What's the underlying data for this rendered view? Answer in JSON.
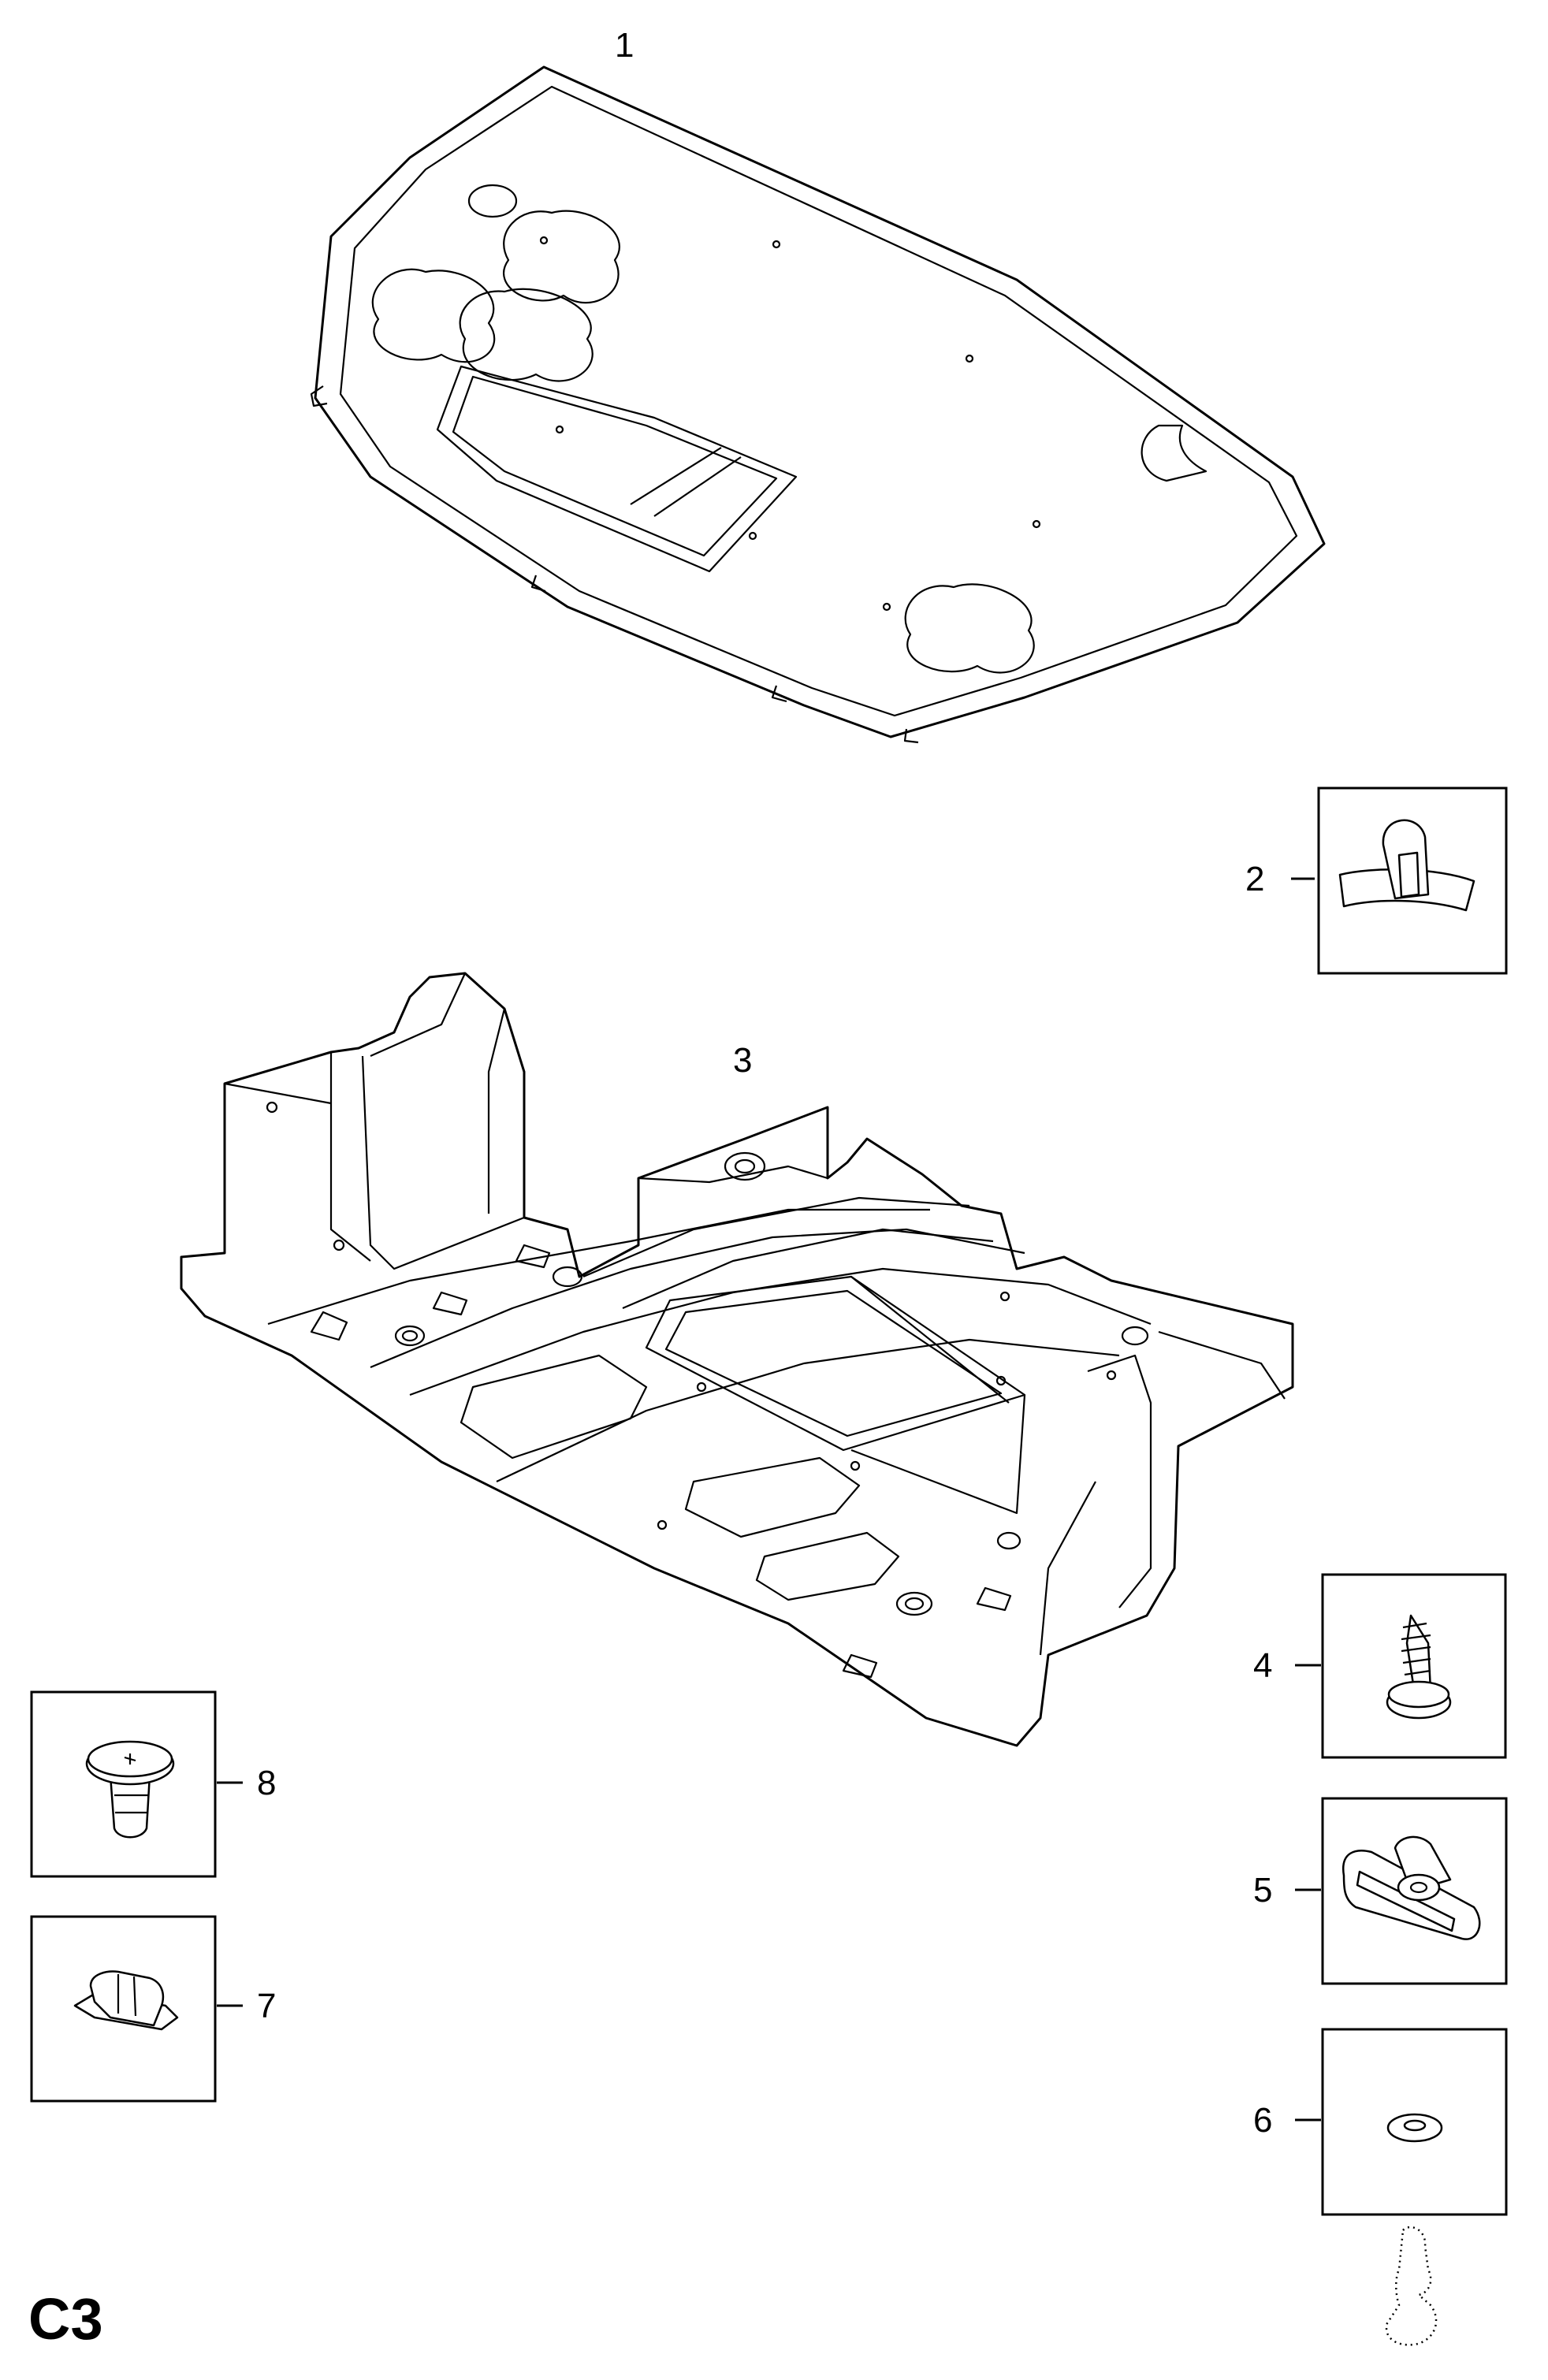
{
  "page_code": "C3",
  "callouts": {
    "c1": "1",
    "c2": "2",
    "c3": "3",
    "c4": "4",
    "c5": "5",
    "c6": "6",
    "c7": "7",
    "c8": "8"
  }
}
